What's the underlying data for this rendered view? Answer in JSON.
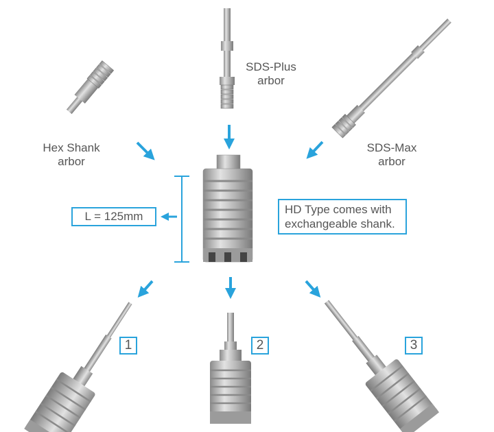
{
  "labels": {
    "sds_plus_line1": "SDS-Plus",
    "sds_plus_line2": "arbor",
    "hex_line1": "Hex Shank",
    "hex_line2": "arbor",
    "sds_max_line1": "SDS-Max",
    "sds_max_line2": "arbor",
    "length": "L = 125mm",
    "hd_line1": "HD Type comes with",
    "hd_line2": "exchangeable shank.",
    "option1": "1",
    "option2": "2",
    "option3": "3"
  },
  "colors": {
    "accent": "#29a3dc",
    "text": "#555555",
    "metal_light": "#d6d6d6",
    "metal_mid": "#a9a9a9",
    "metal_dark": "#6e6e6e"
  },
  "icons": [
    "arrow-icon",
    "dimension-bracket-icon",
    "core-bit-icon",
    "arbor-icon"
  ]
}
